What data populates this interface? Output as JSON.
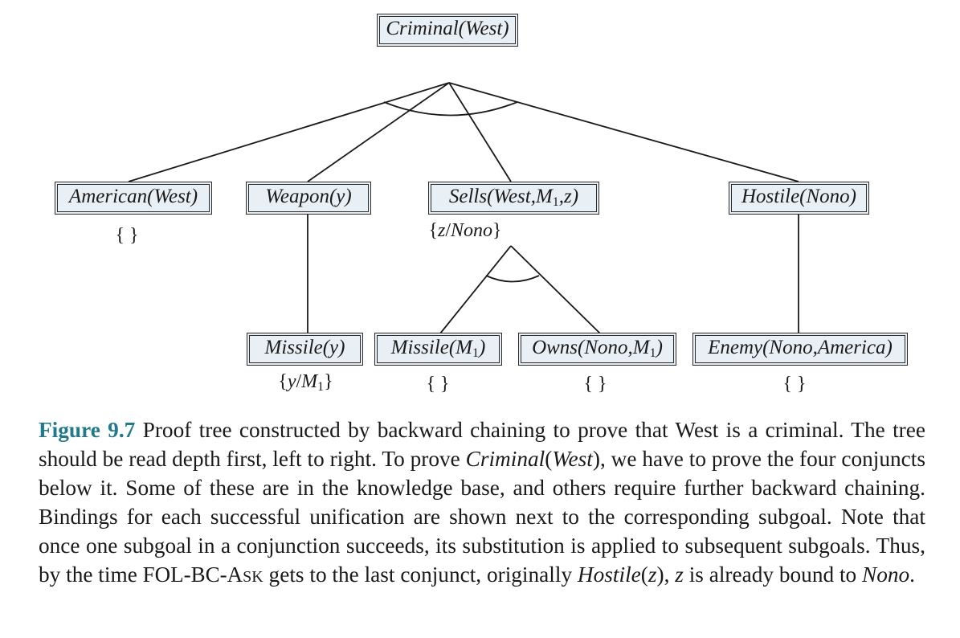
{
  "figure": {
    "label": "Figure 9.7",
    "caption": {
      "p1": " Proof tree constructed by backward chaining to prove that West is a criminal. The tree should be read depth first, left to right. To prove ",
      "em1": "Criminal",
      "p2": "(",
      "em2": "West",
      "p3": "), we have to prove the four conjuncts below it.  Some of these are in the knowledge base, and others require further backward chaining.  Bindings for each successful unification are shown next to the corresponding subgoal. Note that once one subgoal in a conjunction succeeds, its substitution is applied to subsequent subgoals. Thus, by the time ",
      "sc_a": "FOL-BC-A",
      "sc_b": "SK",
      "p4": " gets to the last conjunct, originally ",
      "em3": "Hostile",
      "p5": "(",
      "em4": "z",
      "p6": "), ",
      "em5": "z",
      "p7": " is already bound to ",
      "em6": "Nono",
      "p8": "."
    }
  },
  "nodes": {
    "criminal": {
      "text": "Criminal(West)"
    },
    "american": {
      "text": "American(West)"
    },
    "weapon": {
      "text": "Weapon(y)"
    },
    "sells": {
      "pre": "Sells(West,M",
      "sub": "1",
      "post": ",z)"
    },
    "hostile": {
      "text": "Hostile(Nono)"
    },
    "missile_y": {
      "text": "Missile(y)"
    },
    "missile_m1": {
      "pre": "Missile(M",
      "sub": "1",
      "post": ")"
    },
    "owns": {
      "pre": "Owns(Nono,M",
      "sub": "1",
      "post": ")"
    },
    "enemy": {
      "text": "Enemy(Nono,America)"
    }
  },
  "bindings": {
    "american": "{ }",
    "sells": {
      "open": "{",
      "var": "z",
      "slash": "/",
      "val": "Nono",
      "close": "}"
    },
    "missile_y": {
      "open": "{",
      "var": "y",
      "slash": "/",
      "val": "M",
      "sub": "1",
      "close": "}"
    },
    "missile_m1": "{ }",
    "owns": "{ }",
    "enemy": "{ }"
  }
}
